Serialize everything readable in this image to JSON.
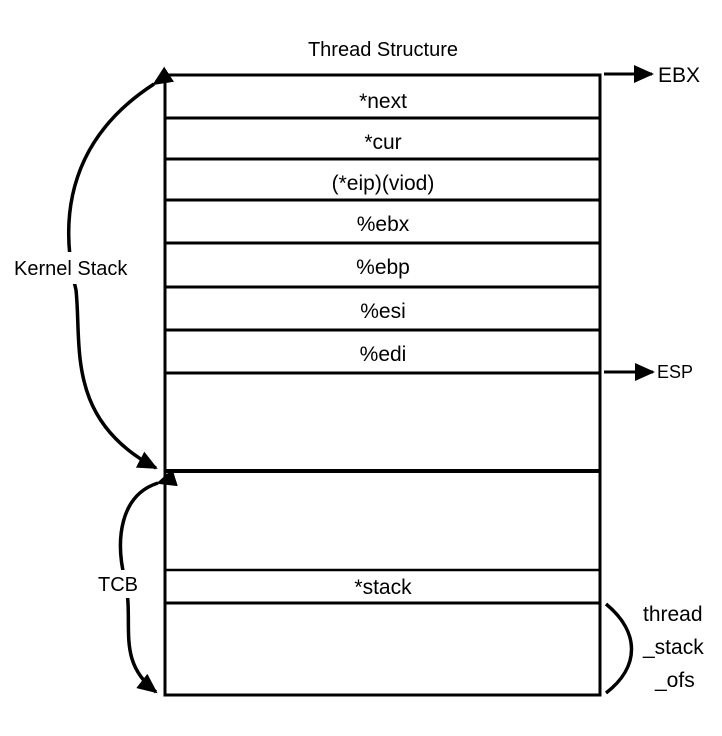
{
  "title": "Thread Structure",
  "fields": [
    "*next",
    "*cur",
    "(*eip)(viod)",
    "%ebx",
    "%ebp",
    "%esi",
    "%edi",
    "*stack"
  ],
  "pointers": {
    "ebx": "EBX",
    "esp": "ESP"
  },
  "regions": {
    "kernel_stack": "Kernel Stack",
    "tcb": "TCB",
    "thread_stack_ofs": [
      "thread",
      "_stack",
      "_ofs"
    ]
  }
}
